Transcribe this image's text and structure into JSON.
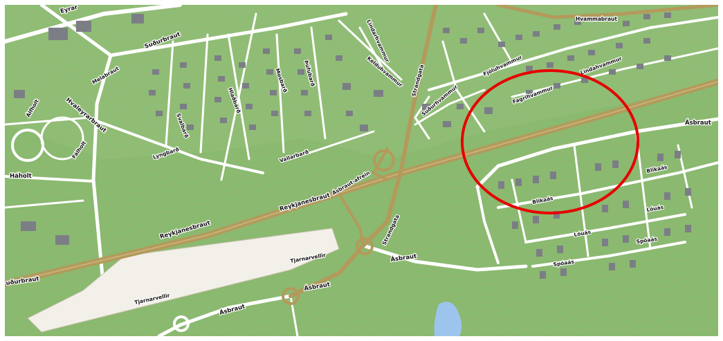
{
  "map": {
    "colors": {
      "land": "#8fbd75",
      "land_light": "#a6cb8d",
      "contour": "#c4b07a",
      "building": "#7b7f85",
      "street": "#ffffff",
      "highway": "#b39a5b",
      "water": "#9dc4ec",
      "highlight": "#e60000"
    },
    "labels": {
      "eyrar": "Eyrar",
      "sudurbraut_top": "Suðurbraut",
      "melabraut": "Melabraut",
      "hvaleyrarbraut": "Hvaleyrarbraut",
      "alfholt": "Álfholt",
      "faholt": "Fálholt",
      "haholt": "Háholt",
      "sudurbraut_left": "uðurbraut",
      "svalbard": "Svalbarð",
      "hlabard": "Hlaðbarð",
      "mosbard": "Mosbarð",
      "pufubard": "Þúfubarð",
      "lyngbard": "Lyngbarð",
      "vallarbard": "Vallarbarð",
      "reykjanesbraut_1": "Reykjanesbraut",
      "reykjanesbraut_2": "Reykjanesbraut",
      "asbraut_afrein": "Ásbraut-afrein",
      "lindarhvammur": "Lindarhvammur",
      "kelduhvammur": "Kelduhvammur",
      "strandgata_top": "Strandgata",
      "strandgata_bottom": "Strandgata",
      "sudurhvammur": "Suðurhvammur",
      "fjoluhvammur": "Fjóluhvammur",
      "hvammabraut": "Hvammabraut",
      "fagrihvammur": "Fagrihvammur",
      "lindahvammur": "Lindahvammur",
      "asbraut_right": "Ásbraut",
      "asbraut_mid": "Ásbraut",
      "asbraut_low": "Ásbraut",
      "asbraut_bottom": "Ásbraut",
      "blikaas_1": "Blikaás",
      "blikaas_2": "Blikaás",
      "loaas_1": "Lóuás",
      "loaas_2": "Lóuás",
      "spoaas_1": "Spóaás",
      "spoaas_2": "Spóaás",
      "tjarnarvellir_1": "Tjarnarvellir",
      "tjarnarvellir_2": "Tjarnarvellir"
    }
  }
}
